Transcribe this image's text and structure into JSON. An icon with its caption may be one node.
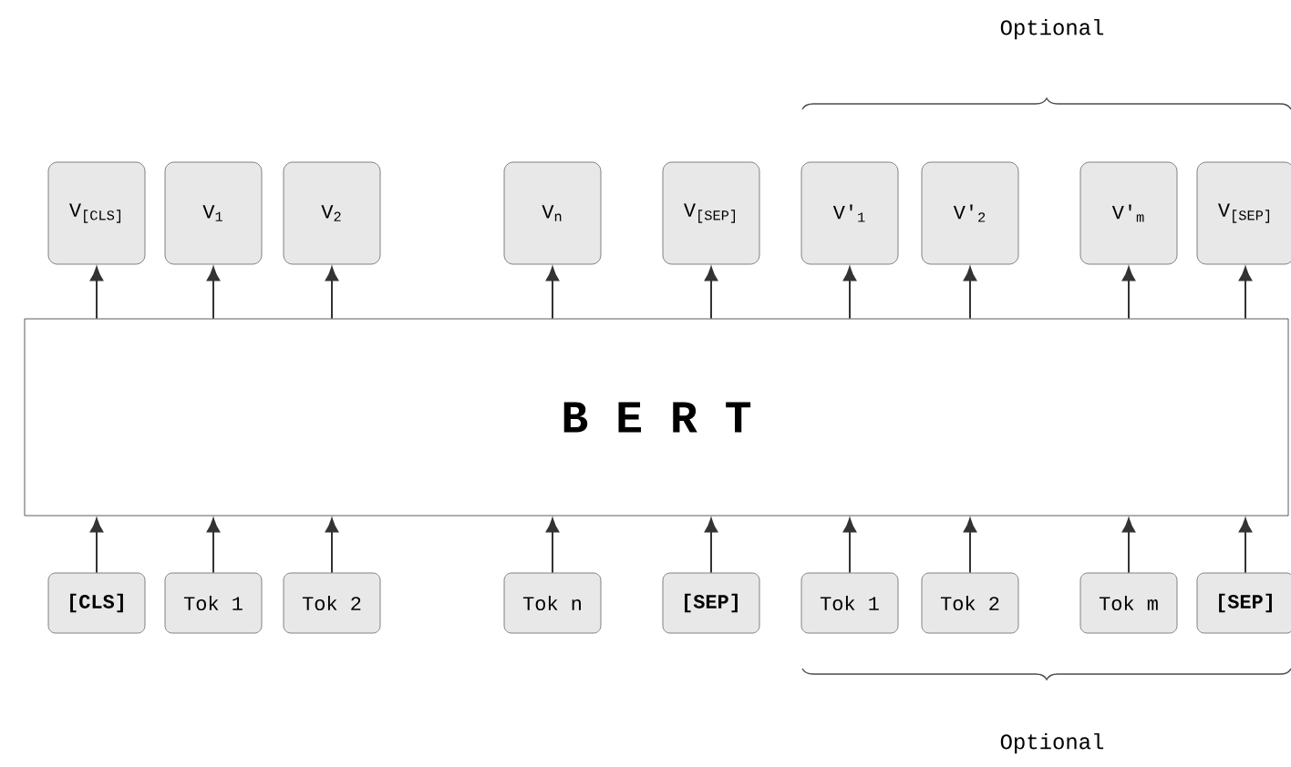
{
  "diagram": {
    "nodes": [
      {
        "text": [
          "V$_{[CLS]}$"
        ]
      },
      {
        "text": [
          "V$_{1}$"
        ]
      },
      {
        "text": [
          "V$_{2}$"
        ]
      },
      {
        "text": [
          "V$_{n}$"
        ]
      },
      {
        "text": [
          "V$_{[SEP]}$"
        ]
      },
      {
        "text": [
          "V'$_{1}$"
        ]
      },
      {
        "text": [
          "V'$_{2}$"
        ]
      },
      {
        "text": [
          "V'$_{m}$"
        ]
      },
      {
        "text": [
          "V$_{[SEP]}$"
        ]
      },
      {
        "text": [
          "B E R T"
        ]
      },
      {
        "text": [
          "**[CLS]**"
        ]
      },
      {
        "text": [
          "Tok 1"
        ]
      },
      {
        "text": [
          "Tok 2"
        ]
      },
      {
        "text": [
          "Tok n"
        ]
      },
      {
        "text": [
          "**[SEP]**"
        ]
      },
      {
        "text": [
          "Tok 1"
        ]
      },
      {
        "text": [
          "Tok 2"
        ]
      },
      {
        "text": [
          "Tok m"
        ]
      },
      {
        "text": [
          "**[SEP]**"
        ]
      }
    ],
    "edges": [
      {
        "from": 10,
        "to": 9,
        "arrow": "to"
      },
      {
        "from": 11,
        "to": 9,
        "arrow": "to"
      },
      {
        "from": 12,
        "to": 9,
        "arrow": "to"
      },
      {
        "from": 13,
        "to": 9,
        "arrow": "to"
      },
      {
        "from": 14,
        "to": 9,
        "arrow": "to"
      },
      {
        "from": 15,
        "to": 9,
        "arrow": "to"
      },
      {
        "from": 16,
        "to": 9,
        "arrow": "to"
      },
      {
        "from": 17,
        "to": 9,
        "arrow": "to"
      },
      {
        "from": 18,
        "to": 9,
        "arrow": "to"
      },
      {
        "from": 9,
        "to": 0,
        "arrow": "to"
      },
      {
        "from": 9,
        "to": 1,
        "arrow": "to"
      },
      {
        "from": 9,
        "to": 2,
        "arrow": "to"
      },
      {
        "from": 9,
        "to": 3,
        "arrow": "to"
      },
      {
        "from": 9,
        "to": 4,
        "arrow": "to"
      },
      {
        "from": 9,
        "to": 5,
        "arrow": "to"
      },
      {
        "from": 9,
        "to": 6,
        "arrow": "to"
      },
      {
        "from": 9,
        "to": 7,
        "arrow": "to"
      },
      {
        "from": 9,
        "to": 8,
        "arrow": "to"
      }
    ],
    "labels": [
      "Optional",
      "Optional"
    ]
  }
}
